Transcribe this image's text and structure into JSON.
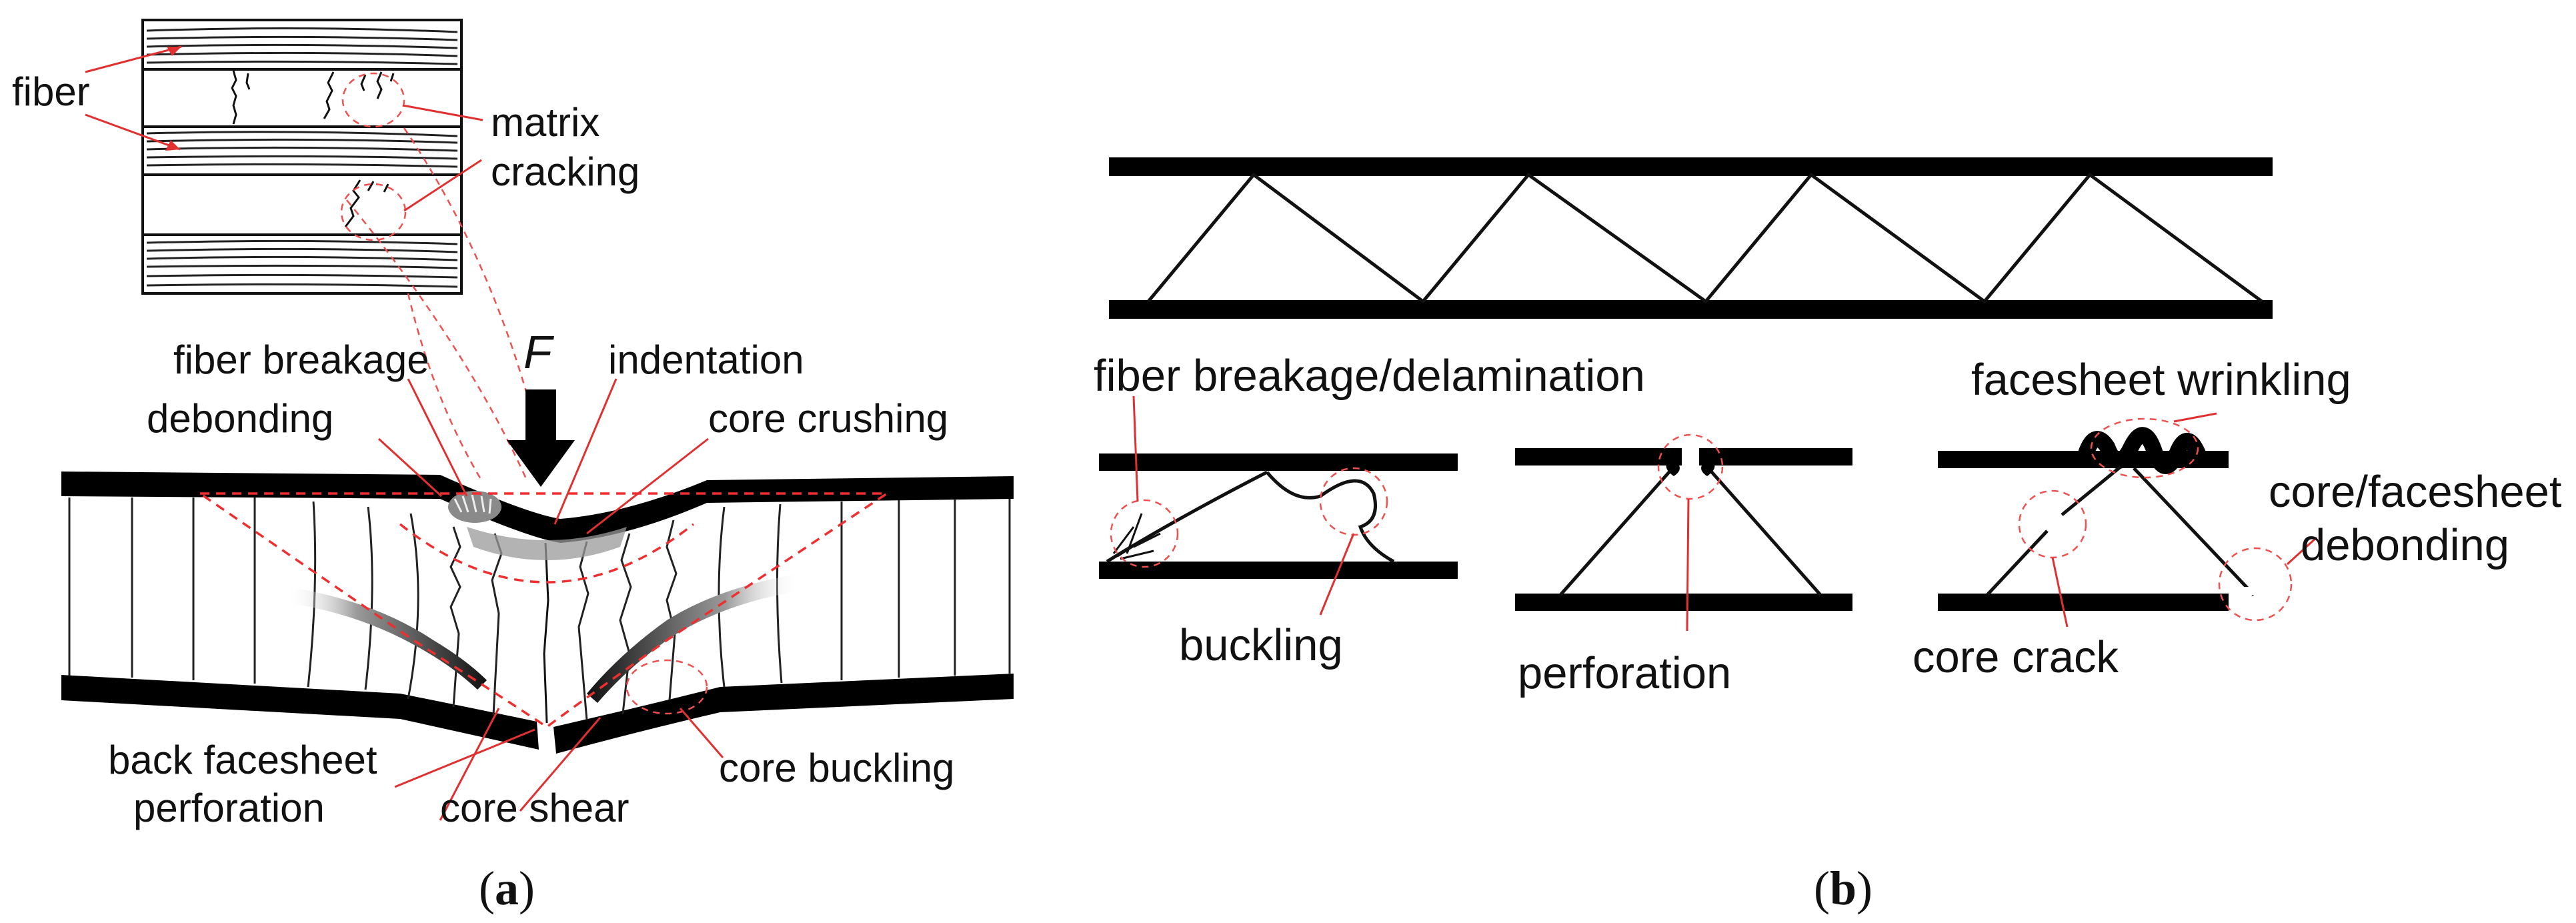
{
  "panel_a": {
    "labels": {
      "fiber": "fiber",
      "matrix_cracking_1": "matrix",
      "matrix_cracking_2": "cracking",
      "force": "F",
      "fiber_breakage": "fiber breakage",
      "indentation": "indentation",
      "debonding": "debonding",
      "core_crushing": "core crushing",
      "back_facesheet_1": "back facesheet",
      "back_facesheet_2": "perforation",
      "core_shear": "core shear",
      "core_buckling": "core buckling"
    },
    "caption": {
      "open": "(",
      "letter": "a",
      "close": ")"
    }
  },
  "panel_b": {
    "labels": {
      "fiber_breakage_delamination": "fiber breakage/delamination",
      "facesheet_wrinkling": "facesheet wrinkling",
      "core_facesheet_1": "core/facesheet",
      "core_facesheet_2": "debonding",
      "buckling": "buckling",
      "perforation": "perforation",
      "core_crack": "core crack"
    },
    "caption": {
      "open": "(",
      "letter": "b",
      "close": ")"
    }
  },
  "colors": {
    "leader": "#e03030",
    "plate": "#000000",
    "background": "#ffffff"
  }
}
